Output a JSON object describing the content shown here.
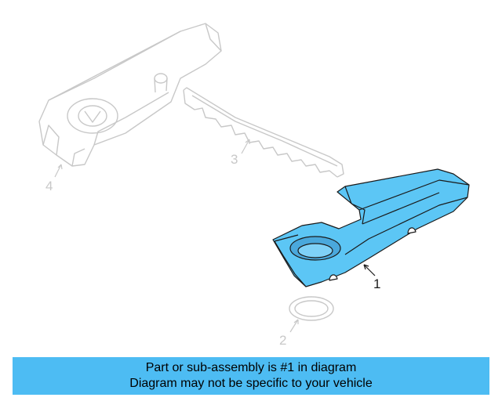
{
  "callouts": {
    "part1": "1",
    "part2": "2",
    "part3": "3",
    "part4": "4"
  },
  "banner": {
    "line1": "Part or sub-assembly is #1 in diagram",
    "line2": "Diagram may not be specific to your vehicle"
  },
  "colors": {
    "highlight_fill": "#4dbcf3",
    "highlight_part_fill": "#5cc6f5",
    "ghost_stroke": "#c8c8c8",
    "outline_stroke": "#1a1a1a"
  }
}
